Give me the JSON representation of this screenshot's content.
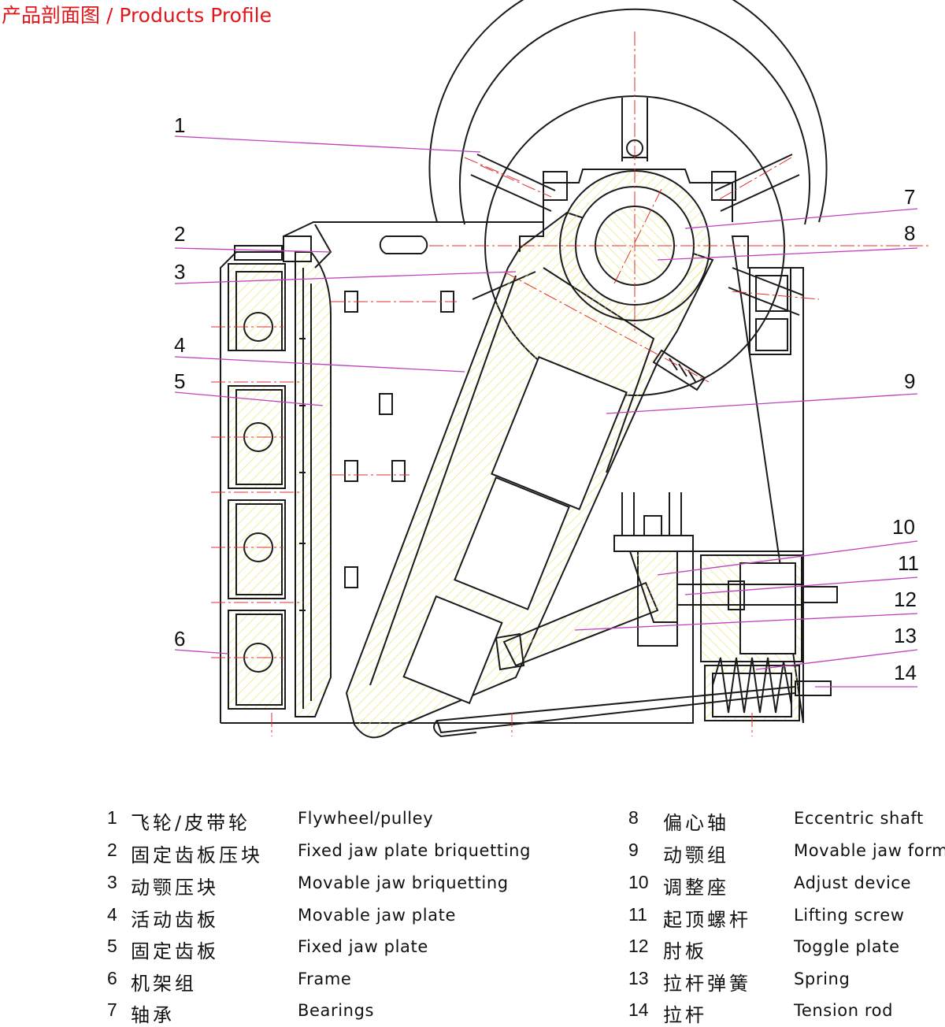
{
  "title": "产品剖面图 / Products Profile",
  "colors": {
    "title": "#e0161b",
    "outline": "#1a1a1a",
    "hatch": "#e6e66a",
    "leader": "#c040c0",
    "centerline": "#e03030"
  },
  "callouts": [
    "1",
    "2",
    "3",
    "4",
    "5",
    "6",
    "7",
    "8",
    "9",
    "10",
    "11",
    "12",
    "13",
    "14"
  ],
  "legend": [
    {
      "num": "1",
      "zh": "飞轮/皮带轮",
      "en": "Flywheel/pulley"
    },
    {
      "num": "2",
      "zh": "固定齿板压块",
      "en": "Fixed jaw plate briquetting"
    },
    {
      "num": "3",
      "zh": "动颚压块",
      "en": "Movable jaw briquetting"
    },
    {
      "num": "4",
      "zh": "活动齿板",
      "en": "Movable jaw plate"
    },
    {
      "num": "5",
      "zh": "固定齿板",
      "en": "Fixed jaw plate"
    },
    {
      "num": "6",
      "zh": "机架组",
      "en": "Frame"
    },
    {
      "num": "7",
      "zh": "轴承",
      "en": "Bearings"
    },
    {
      "num": "8",
      "zh": "偏心轴",
      "en": "Eccentric shaft"
    },
    {
      "num": "9",
      "zh": "动颚组",
      "en": "Movable jaw form"
    },
    {
      "num": "10",
      "zh": "调整座",
      "en": "Adjust device"
    },
    {
      "num": "11",
      "zh": "起顶螺杆",
      "en": "Lifting screw"
    },
    {
      "num": "12",
      "zh": "肘板",
      "en": "Toggle plate"
    },
    {
      "num": "13",
      "zh": "拉杆弹簧",
      "en": "Spring"
    },
    {
      "num": "14",
      "zh": "拉杆",
      "en": "Tension rod"
    }
  ]
}
